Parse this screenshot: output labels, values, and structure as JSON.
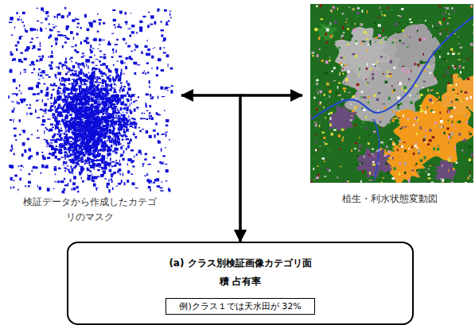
{
  "diagram": {
    "nodes": [
      {
        "text": [
          "検証データから作成したカテゴリのマスク"
        ]
      },
      {
        "text": [
          "植生・利水状態変動図"
        ]
      },
      {
        "text": [
          "(a) クラス別検証画像カテゴリ面積 占有率"
        ]
      },
      {
        "text": [
          "例)クラス１では天水田が 32%"
        ],
        "in": 2
      }
    ],
    "edges": [
      {
        "from": 0,
        "to": 1,
        "arrow": "both"
      },
      {
        "from": 0,
        "to": 2,
        "arrow": "to"
      },
      {
        "from": 1,
        "to": 2,
        "arrow": "to"
      }
    ]
  }
}
